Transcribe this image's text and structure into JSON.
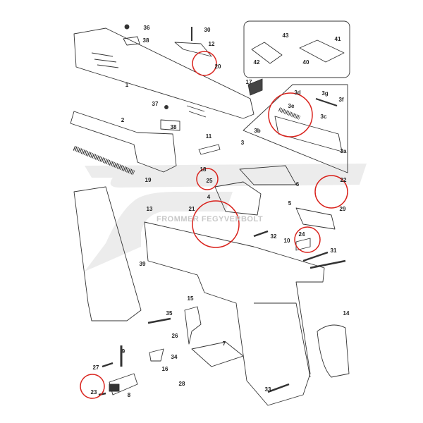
{
  "diagram": {
    "watermark": "FROMMER FEGYVERBOLT",
    "highlight_color": "#d9221c",
    "line_color": "#333333",
    "labels": {
      "p36": "36",
      "p38a": "38",
      "p30": "30",
      "p12": "12",
      "p20": "20",
      "p43": "43",
      "p41": "41",
      "p42": "42",
      "p40": "40",
      "p1": "1",
      "p17": "17",
      "p37": "37",
      "p3d": "3d",
      "p3g": "3g",
      "p3f": "3f",
      "p3e": "3e",
      "p3c": "3c",
      "p38b": "38",
      "p2": "2",
      "p3b": "3b",
      "p3": "3",
      "p11": "11",
      "p3a": "3a",
      "p18": "18",
      "p25": "25",
      "p19": "19",
      "p6": "6",
      "p22": "22",
      "p29": "29",
      "p4": "4",
      "p5": "5",
      "p21": "21",
      "p13": "13",
      "p32": "32",
      "p24": "24",
      "p10": "10",
      "p31": "31",
      "p39": "39",
      "p15": "15",
      "p35": "35",
      "p14": "14",
      "p26": "26",
      "p9": "9",
      "p34": "34",
      "p7": "7",
      "p27": "27",
      "p16": "16",
      "p23": "23",
      "p8": "8",
      "p28": "28",
      "p33": "33"
    }
  }
}
